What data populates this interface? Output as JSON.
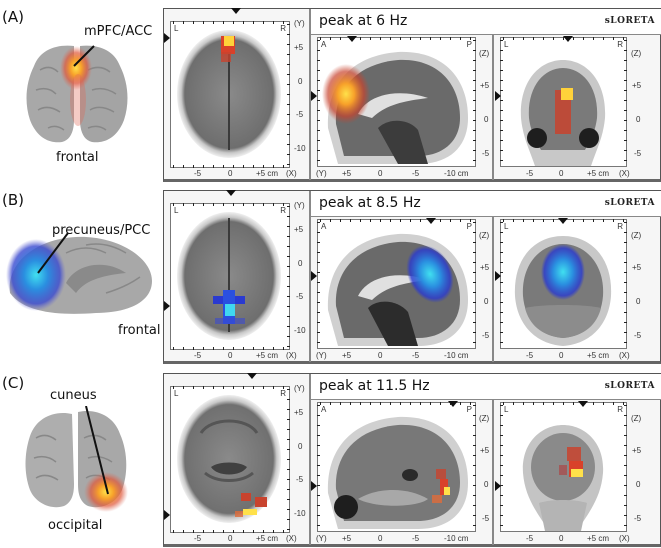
{
  "figure": {
    "panels": [
      {
        "label": "(A)",
        "region": "mPFC/ACC",
        "lobe": "frontal",
        "peak": "peak at 6 Hz",
        "method": "sLORETA",
        "activation_color": "#f5a623",
        "colormap": "hot"
      },
      {
        "label": "(B)",
        "region": "precuneus/PCC",
        "lobe": "frontal",
        "peak": "peak at 8.5 Hz",
        "method": "sLORETA",
        "activation_color": "#3ab0f0",
        "colormap": "cool"
      },
      {
        "label": "(C)",
        "region": "cuneus",
        "lobe": "occipital",
        "peak": "peak at 11.5 Hz",
        "method": "sLORETA",
        "activation_color": "#f5a623",
        "colormap": "hot"
      }
    ],
    "axial_view": {
      "left": "L",
      "right": "R",
      "y_axis_label": "(Y)",
      "y_ticks": [
        "+5",
        "0",
        "-5",
        "-10"
      ],
      "x_ticks": [
        "-5",
        "0",
        "+5 cm",
        "(X)"
      ]
    },
    "sagittal_view": {
      "left": "A",
      "right": "P",
      "z_axis_label": "(Z)",
      "z_ticks": [
        "+5",
        "0",
        "-5"
      ],
      "y_axis_label": "(Y)",
      "y_ticks": [
        "+5",
        "0",
        "-5",
        "-10 cm"
      ]
    },
    "coronal_view": {
      "left": "L",
      "right": "R",
      "z_axis_label": "(Z)",
      "z_ticks": [
        "+5",
        "0",
        "-5"
      ],
      "x_ticks": [
        "-5",
        "0",
        "+5 cm",
        "(X)"
      ]
    }
  }
}
